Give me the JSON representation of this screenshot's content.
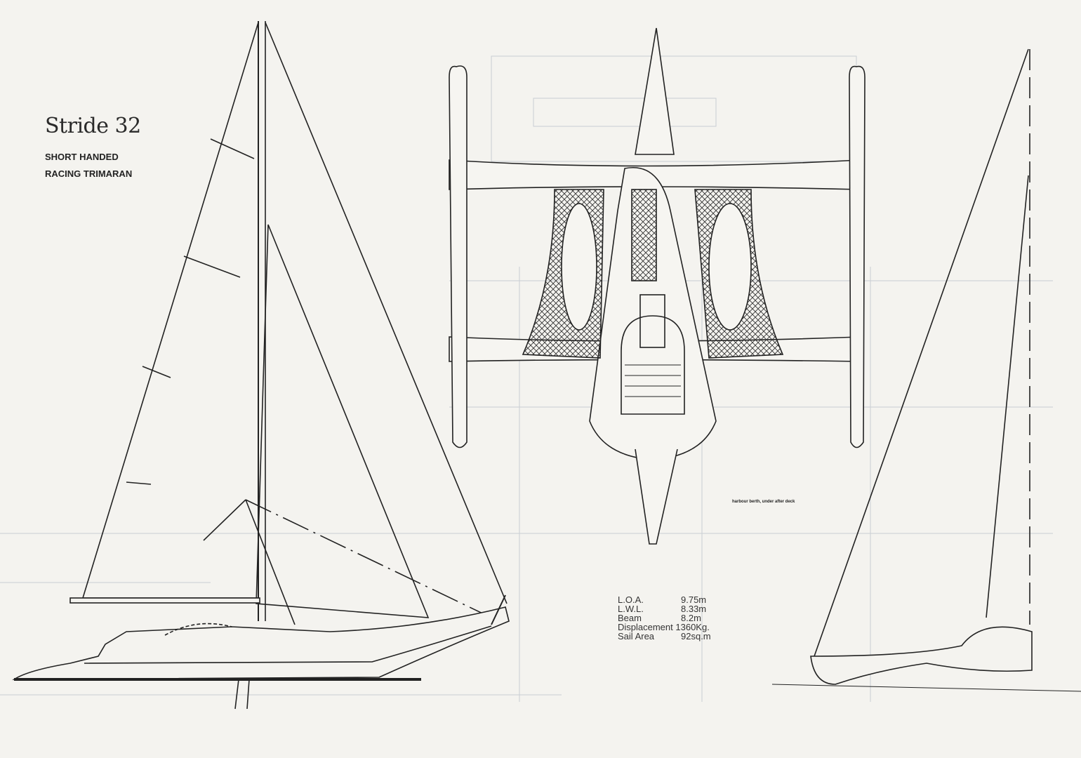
{
  "heading": {
    "title": "Stride 32",
    "subtitle_line1": "SHORT HANDED",
    "subtitle_line2": "RACING TRIMARAN"
  },
  "plan_note": "harbour berth, under after deck",
  "specs": [
    {
      "label": "L.O.A.",
      "value": "9.75m"
    },
    {
      "label": "L.W.L.",
      "value": "8.33m"
    },
    {
      "label": "Beam",
      "value": "8.2m"
    },
    {
      "label": "Displacement",
      "value": "1360Kg."
    },
    {
      "label": "Sail Area",
      "value": "92sq.m"
    }
  ]
}
